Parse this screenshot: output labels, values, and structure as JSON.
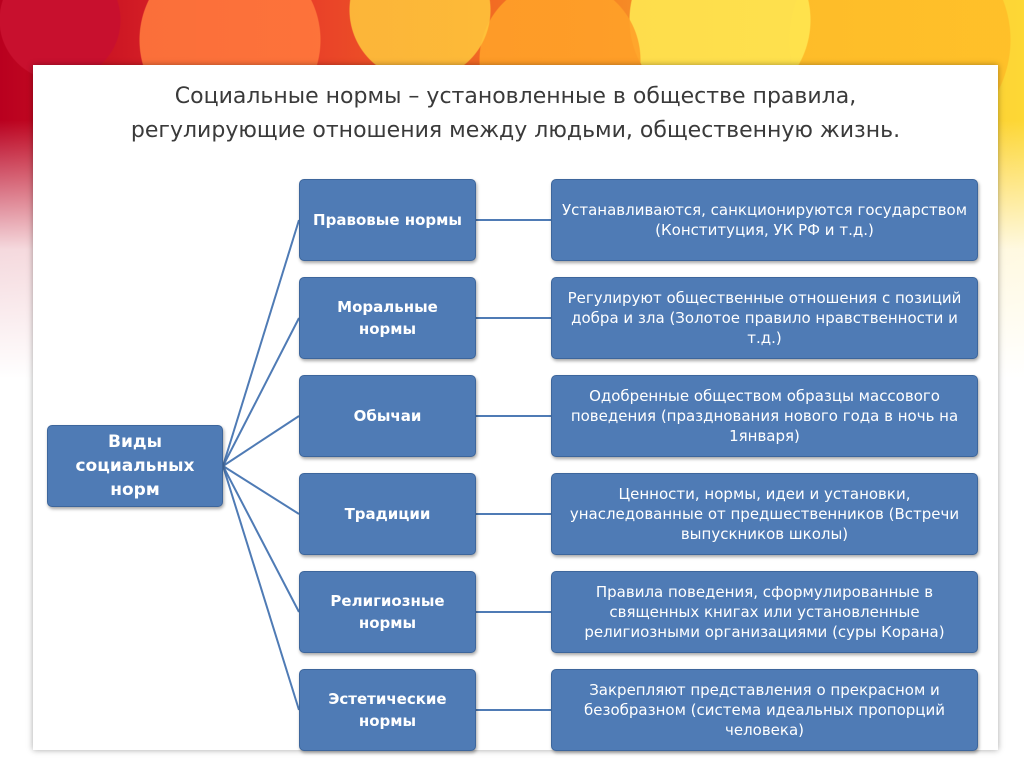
{
  "title": {
    "line1": "Социальные нормы – установленные в обществе правила,",
    "line2": "регулирующие отношения между людьми, общественную жизнь."
  },
  "root": {
    "label": "Виды социальных норм"
  },
  "types": [
    {
      "label": "Правовые нормы",
      "description": "Устанавливаются, санкционируются государством (Конституция, УК РФ и т.д.)"
    },
    {
      "label": "Моральные нормы",
      "description": "Регулируют общественные отношения с позиций добра и зла (Золотое правило нравственности и т.д.)"
    },
    {
      "label": "Обычаи",
      "description": "Одобренные обществом образцы массового поведения (празднования нового года в ночь на 1января)"
    },
    {
      "label": "Традиции",
      "description": "Ценности, нормы, идеи и установки, унаследованные от предшественников (Встречи выпускников школы)"
    },
    {
      "label": "Религиозные нормы",
      "description": "Правила поведения, сформулированные в священных книгах или установленные религиозными организациями (суры Корана)"
    },
    {
      "label": "Эстетические нормы",
      "description": "Закрепляют представления о прекрасном и безобразном (система идеальных пропорций человека)"
    }
  ],
  "colors": {
    "box_fill": "#4f7bb5",
    "box_text": "#ffffff",
    "connector": "#4f7bb5",
    "title_text": "#3a3a3a"
  }
}
